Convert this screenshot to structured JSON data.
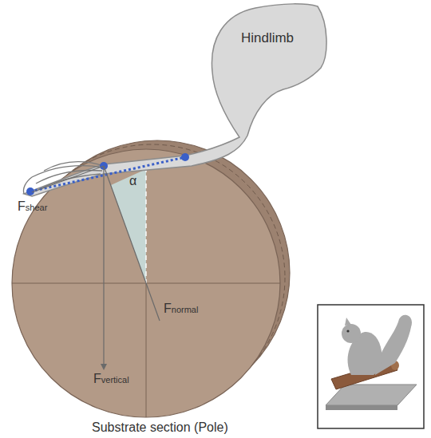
{
  "diagram": {
    "nodes": [
      {
        "text": [
          "Hindlimb"
        ]
      }
    ],
    "labels": [
      "Fshear",
      "α",
      "Fvertical",
      "Fnormal",
      "Substrate section (Pole)"
    ]
  }
}
